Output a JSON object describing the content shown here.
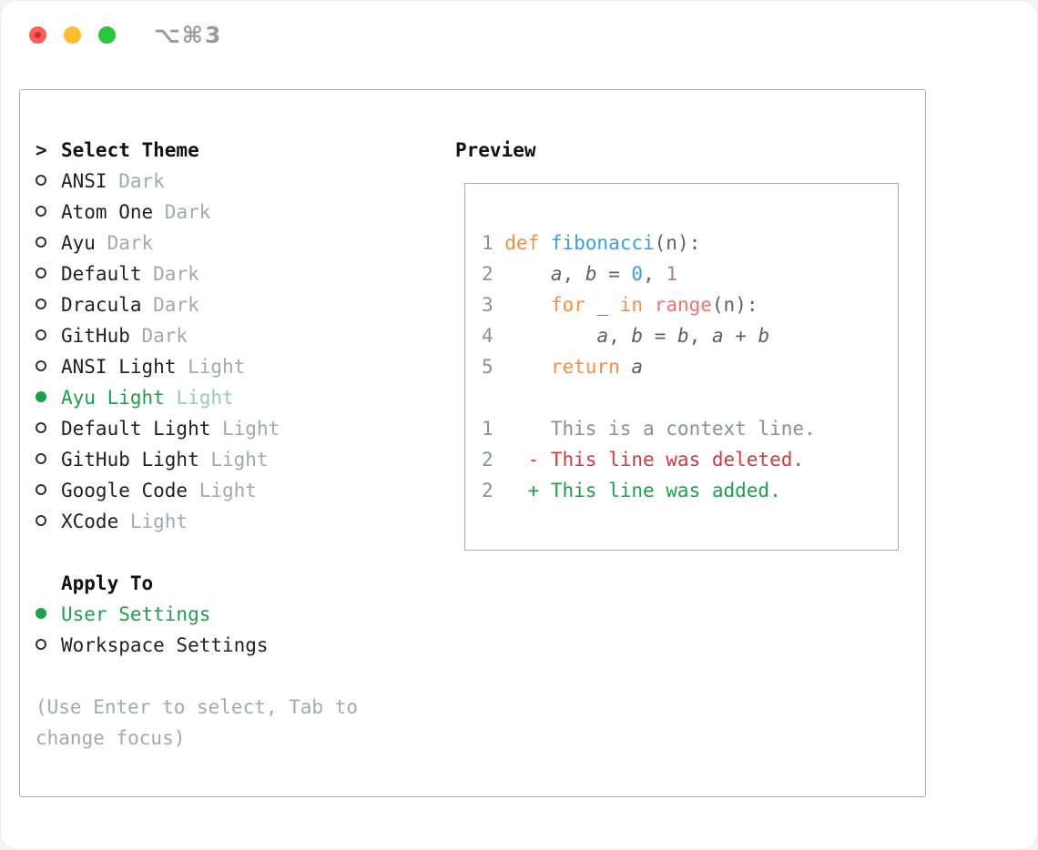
{
  "titlebar": {
    "shortcut": "⌥⌘3"
  },
  "colors": {
    "traffic_red": "#ff5f57",
    "traffic_yellow": "#febc2e",
    "traffic_green": "#29c73f",
    "border": "#a6abb2",
    "text": "#1e2227",
    "muted": "#a2a9b1",
    "sel_green": "#1ca04a",
    "sel_green_muted": "#8fd4a5",
    "kw": "#fa8d3e",
    "fn": "#399ee6",
    "numb": "#399ee6",
    "nump": "#a37acc",
    "rng": "#f07171",
    "plain": "#5c6166",
    "ln": "#8a9199",
    "ctx": "#8a9199",
    "del": "#d5393e",
    "add": "#1ca04a"
  },
  "theme_picker": {
    "prompt": ">",
    "title": "Select Theme",
    "items": [
      {
        "name": "ANSI",
        "variant": "Dark",
        "selected": false
      },
      {
        "name": "Atom One",
        "variant": "Dark",
        "selected": false
      },
      {
        "name": "Ayu",
        "variant": "Dark",
        "selected": false
      },
      {
        "name": "Default",
        "variant": "Dark",
        "selected": false
      },
      {
        "name": "Dracula",
        "variant": "Dark",
        "selected": false
      },
      {
        "name": "GitHub",
        "variant": "Dark",
        "selected": false
      },
      {
        "name": "ANSI Light",
        "variant": "Light",
        "selected": false
      },
      {
        "name": "Ayu Light",
        "variant": "Light",
        "selected": true
      },
      {
        "name": "Default Light",
        "variant": "Light",
        "selected": false
      },
      {
        "name": "GitHub Light",
        "variant": "Light",
        "selected": false
      },
      {
        "name": "Google Code",
        "variant": "Light",
        "selected": false
      },
      {
        "name": "XCode",
        "variant": "Light",
        "selected": false
      }
    ],
    "apply_to": {
      "title": "Apply To",
      "options": [
        {
          "label": "User Settings",
          "selected": true
        },
        {
          "label": "Workspace Settings",
          "selected": false
        }
      ]
    },
    "hint": "(Use Enter to select, Tab to change focus)"
  },
  "preview": {
    "title": "Preview",
    "code_lines": [
      {
        "num": "1",
        "tokens": [
          [
            "def ",
            "kw"
          ],
          [
            "fibonacci",
            "fn"
          ],
          [
            "(n):",
            "pl"
          ]
        ]
      },
      {
        "num": "2",
        "tokens": [
          [
            "    ",
            "pl"
          ],
          [
            "a",
            "id"
          ],
          [
            ", ",
            "pl"
          ],
          [
            "b",
            "id"
          ],
          [
            " = ",
            "pl"
          ],
          [
            "0",
            "numb"
          ],
          [
            ", ",
            "pl"
          ],
          [
            "1",
            "nump"
          ]
        ]
      },
      {
        "num": "3",
        "tokens": [
          [
            "    ",
            "pl"
          ],
          [
            "for",
            "kw"
          ],
          [
            " _ ",
            "pl"
          ],
          [
            "in",
            "kw"
          ],
          [
            " ",
            "pl"
          ],
          [
            "range",
            "rng"
          ],
          [
            "(n):",
            "pl"
          ]
        ]
      },
      {
        "num": "4",
        "tokens": [
          [
            "        ",
            "pl"
          ],
          [
            "a",
            "id"
          ],
          [
            ", ",
            "pl"
          ],
          [
            "b",
            "id"
          ],
          [
            " = ",
            "pl"
          ],
          [
            "b",
            "id"
          ],
          [
            ", ",
            "pl"
          ],
          [
            "a",
            "id"
          ],
          [
            " + ",
            "pl"
          ],
          [
            "b",
            "id"
          ]
        ]
      },
      {
        "num": "5",
        "tokens": [
          [
            "    ",
            "pl"
          ],
          [
            "return",
            "kw"
          ],
          [
            " ",
            "pl"
          ],
          [
            "a",
            "id"
          ]
        ]
      }
    ],
    "diff_lines": [
      {
        "num": "1",
        "content": "    This is a context line.",
        "type": "ctx"
      },
      {
        "num": "2",
        "content": "  - This line was deleted.",
        "type": "del"
      },
      {
        "num": "2",
        "content": "  + This line was added.",
        "type": "add"
      }
    ]
  }
}
